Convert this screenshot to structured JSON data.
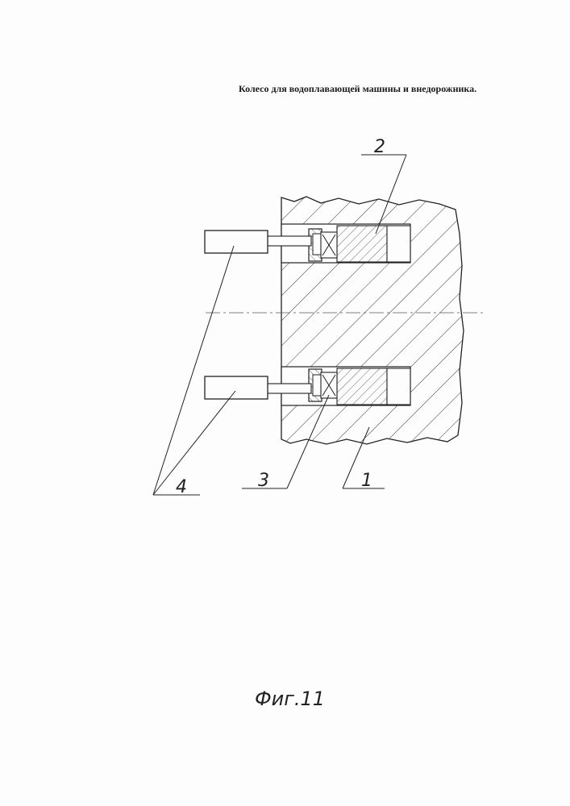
{
  "header": {
    "title": "Колесо для водоплавающей машины и внедорожника."
  },
  "labels": {
    "part_1": "1",
    "part_2": "2",
    "part_3": "3",
    "part_4": "4"
  },
  "caption": "Фиг.11",
  "colors": {
    "ink": "#222222",
    "paper": "#fdfdfd"
  }
}
